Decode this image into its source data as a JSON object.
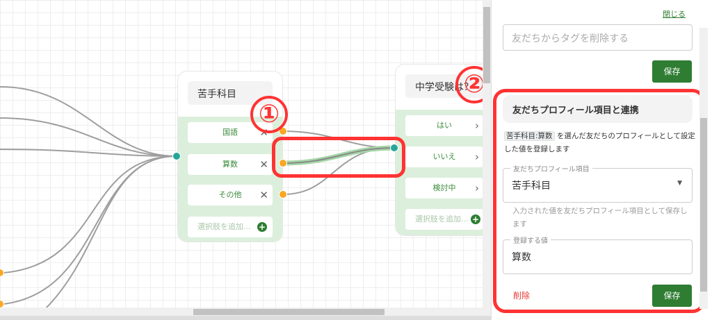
{
  "canvas": {
    "node1": {
      "title": "苦手科目",
      "options": [
        "国語",
        "算数",
        "その他"
      ],
      "add_placeholder": "選択肢を追加..."
    },
    "node2": {
      "title": "中学受験は？",
      "options": [
        "はい",
        "いいえ",
        "検討中"
      ],
      "add_placeholder": "選択肢を追加..."
    }
  },
  "annotations": {
    "one": "①",
    "two": "②",
    "color": "#ff3333"
  },
  "panel": {
    "close_label": "閉じる",
    "tag_remove_placeholder": "友だちからタグを削除する",
    "save_label": "保存",
    "card": {
      "title": "友だちプロフィール項目と連携",
      "chip": "苦手科目:算数",
      "description": "を選んだ友だちのプロフィールとして設定した値を登録します",
      "profile_field_label": "友だちプロフィール項目",
      "profile_field_value": "苦手科目",
      "helper": "入力された値を友だちプロフィール項目として保存します",
      "value_label": "登録する値",
      "value": "算数",
      "delete_label": "削除",
      "save_label": "保存"
    }
  },
  "colors": {
    "accent": "#2e7d32",
    "port_out": "#f9a825",
    "port_in": "#26a69a",
    "delete": "#e53935"
  }
}
